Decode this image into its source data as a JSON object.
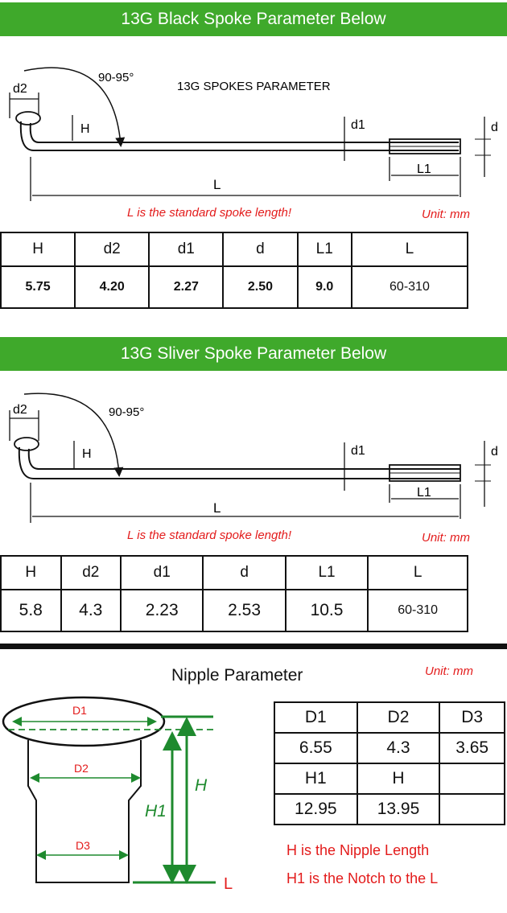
{
  "section1": {
    "banner": "13G Black Spoke Parameter Below",
    "diagram": {
      "title": "13G SPOKES PARAMETER",
      "angle": "90-95°",
      "label_d2": "d2",
      "label_H": "H",
      "label_d1": "d1",
      "label_d": "d",
      "label_L1": "L1",
      "label_L": "L",
      "note": "L is the standard spoke length!",
      "unit": "Unit: mm"
    },
    "table": {
      "headers": [
        "H",
        "d2",
        "d1",
        "d",
        "L1",
        "L"
      ],
      "values": [
        "5.75",
        "4.20",
        "2.27",
        "2.50",
        "9.0",
        "60-310"
      ]
    }
  },
  "section2": {
    "banner": "13G Sliver Spoke Parameter Below",
    "diagram": {
      "angle": "90-95°",
      "label_d2": "d2",
      "label_H": "H",
      "label_d1": "d1",
      "label_d": "d",
      "label_L1": "L1",
      "label_L": "L",
      "note": "L is the standard spoke length!",
      "unit": "Unit: mm"
    },
    "table": {
      "headers": [
        "H",
        "d2",
        "d1",
        "d",
        "L1",
        "L"
      ],
      "values": [
        "5.8",
        "4.3",
        "2.23",
        "2.53",
        "10.5",
        "60-310"
      ]
    }
  },
  "nipple": {
    "title": "Nipple Parameter",
    "unit": "Unit: mm",
    "labels": {
      "D1": "D1",
      "D2": "D2",
      "D3": "D3",
      "H": "H",
      "H1": "H1",
      "L": "L"
    },
    "table": {
      "row1": [
        "D1",
        "D2",
        "D3"
      ],
      "row2": [
        "6.55",
        "4.3",
        "3.65"
      ],
      "row3": [
        "H1",
        "H",
        ""
      ],
      "row4": [
        "12.95",
        "13.95",
        ""
      ]
    },
    "notes": [
      "H is the Nipple Length",
      "H1 is the Notch to the L"
    ]
  },
  "colors": {
    "banner": "#3fa92b",
    "red": "#e31b1b",
    "green": "#1e8a2e"
  }
}
